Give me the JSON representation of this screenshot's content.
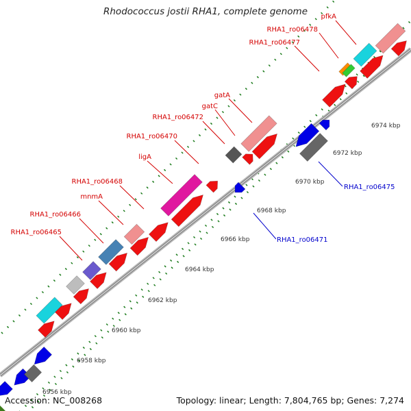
{
  "title": "Rhodococcus jostii RHA1, complete genome",
  "footer": {
    "accession": "Accession: NC_008268",
    "summary": "Topology: linear; Length: 7,804,765 bp; Genes: 7,274"
  },
  "colors": {
    "background": "#ffffff",
    "backbone": "#8a8a8a",
    "forward_label": "#d40000",
    "reverse_label": "#0000cc",
    "tick": "#1a7a1a",
    "tick_label": "#333333"
  },
  "ticks": [
    {
      "label": "6956 kbp"
    },
    {
      "label": "6958 kbp"
    },
    {
      "label": "6960 kbp"
    },
    {
      "label": "6962 kbp"
    },
    {
      "label": "6964 kbp"
    },
    {
      "label": "6966 kbp"
    },
    {
      "label": "6968 kbp"
    },
    {
      "label": "6970 kbp"
    },
    {
      "label": "6972 kbp"
    },
    {
      "label": "6974 kbp"
    }
  ],
  "gene_labels": [
    {
      "name": "pfkA",
      "strand": "forward"
    },
    {
      "name": "RHA1_ro06478",
      "strand": "forward"
    },
    {
      "name": "RHA1_ro06477",
      "strand": "forward"
    },
    {
      "name": "gatA",
      "strand": "forward"
    },
    {
      "name": "gatC",
      "strand": "forward"
    },
    {
      "name": "RHA1_ro06472",
      "strand": "forward"
    },
    {
      "name": "RHA1_ro06470",
      "strand": "forward"
    },
    {
      "name": "ligA",
      "strand": "forward"
    },
    {
      "name": "RHA1_ro06468",
      "strand": "forward"
    },
    {
      "name": "mnmA",
      "strand": "forward"
    },
    {
      "name": "RHA1_ro06466",
      "strand": "forward"
    },
    {
      "name": "RHA1_ro06465",
      "strand": "forward"
    },
    {
      "name": "RHA1_ro06475",
      "strand": "reverse"
    },
    {
      "name": "RHA1_ro06471",
      "strand": "reverse"
    }
  ]
}
